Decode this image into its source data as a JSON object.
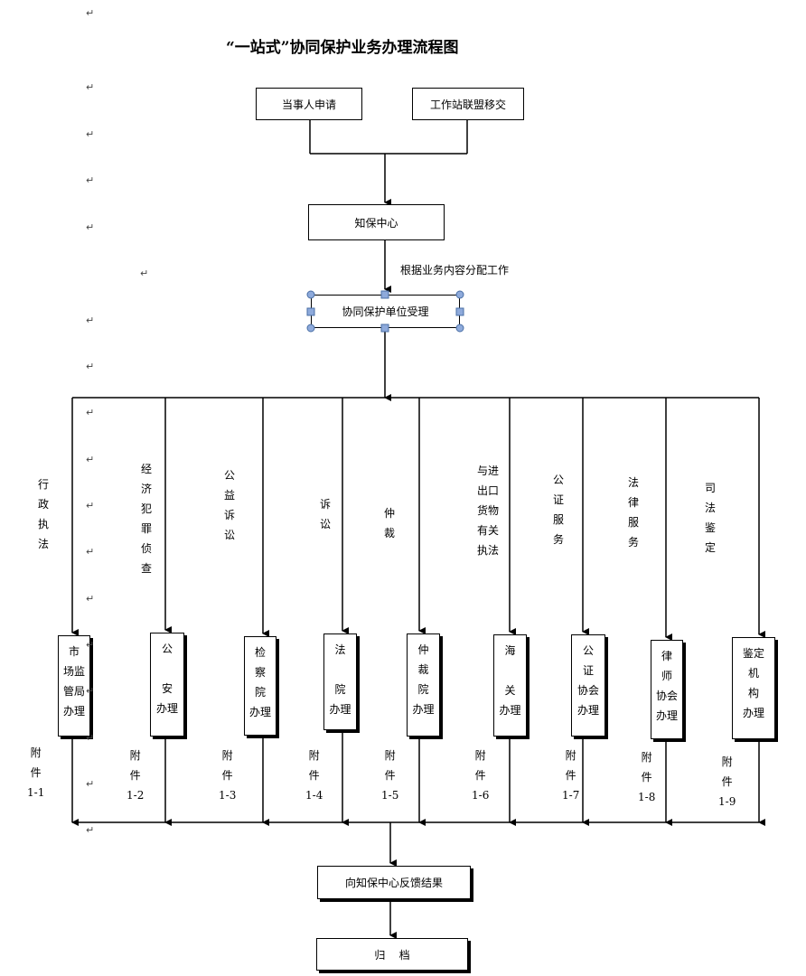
{
  "title": "“一站式”协同保护业务办理流程图",
  "top_boxes": {
    "applicant": "当事人申请",
    "transfer": "工作站联盟移交"
  },
  "center": "知保中心",
  "assign_note": "根据业务内容分配工作",
  "accept": "协同保护单位受理",
  "feedback": "向知保中心反馈结果",
  "archive": "归    档",
  "branches": [
    {
      "label": "行\n政\n执\n法",
      "unit": "市\n场监\n管局\n办理",
      "attachment": "附\n件\n1-1"
    },
    {
      "label": "经\n济\n犯\n罪\n侦\n查",
      "unit": "公\n\n安\n办理",
      "attachment": "附\n件\n1-2"
    },
    {
      "label": "公\n益\n诉\n讼",
      "unit": "检\n察\n院\n办理",
      "attachment": "附\n件\n1-3"
    },
    {
      "label": "诉\n讼",
      "unit": "法\n\n院\n办理",
      "attachment": "附\n件\n1-4"
    },
    {
      "label": "仲\n裁",
      "unit": "仲\n裁\n院\n办理",
      "attachment": "附\n件\n1-5"
    },
    {
      "label": "与进\n出口\n货物\n有关\n执法",
      "unit": "海\n\n关\n办理",
      "attachment": "附\n件\n1-6"
    },
    {
      "label": "公\n证\n服\n务",
      "unit": "公\n证\n协会\n办理",
      "attachment": "附\n件\n1-7"
    },
    {
      "label": "法\n律\n服\n务",
      "unit": "律\n师\n协会\n办理",
      "attachment": "附\n件\n1-8"
    },
    {
      "label": "司\n法\n鉴\n定",
      "unit": "鉴定\n机\n构\n办理",
      "attachment": "附\n件\n1-9"
    }
  ]
}
